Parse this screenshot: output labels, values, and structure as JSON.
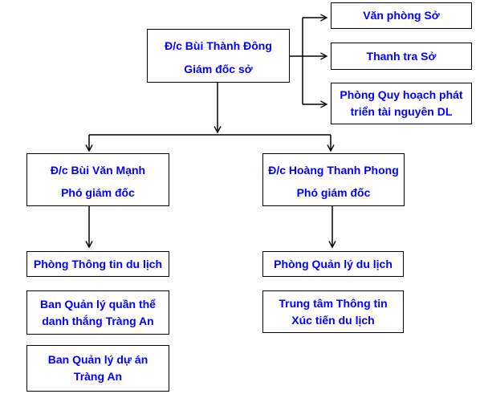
{
  "colors": {
    "text": "#0000ff",
    "border": "#000000",
    "connector": "#000000",
    "background": "#ffffff"
  },
  "nodes": {
    "director": {
      "line1": "Đ/c Bùi Thành Đông",
      "line2": "Giám đốc sở"
    },
    "van_phong_so": {
      "line1": "Văn phòng Sở"
    },
    "thanh_tra_so": {
      "line1": "Thanh tra Sở"
    },
    "phong_quy_hoach": {
      "line1": "Phòng Quy hoạch phát",
      "line2": "triển tài nguyên DL"
    },
    "deputy_manh": {
      "line1": "Đ/c Bùi Văn Mạnh",
      "line2": "Phó giám đốc"
    },
    "deputy_phong": {
      "line1": "Đ/c Hoàng Thanh Phong",
      "line2": "Phó giám đốc"
    },
    "phong_thong_tin": {
      "line1": "Phòng Thông tin du lịch"
    },
    "ban_quan_ly_quan_the": {
      "line1": "Ban Quản lý quần thể",
      "line2": "danh thắng Tràng An"
    },
    "ban_quan_ly_du_an": {
      "line1": "Ban Quản lý dự án",
      "line2": "Tràng An"
    },
    "phong_quan_ly": {
      "line1": "Phòng Quản lý du lịch"
    },
    "trung_tam_thong_tin": {
      "line1": "Trung tâm Thông tin",
      "line2": "Xúc tiến du lịch"
    }
  }
}
